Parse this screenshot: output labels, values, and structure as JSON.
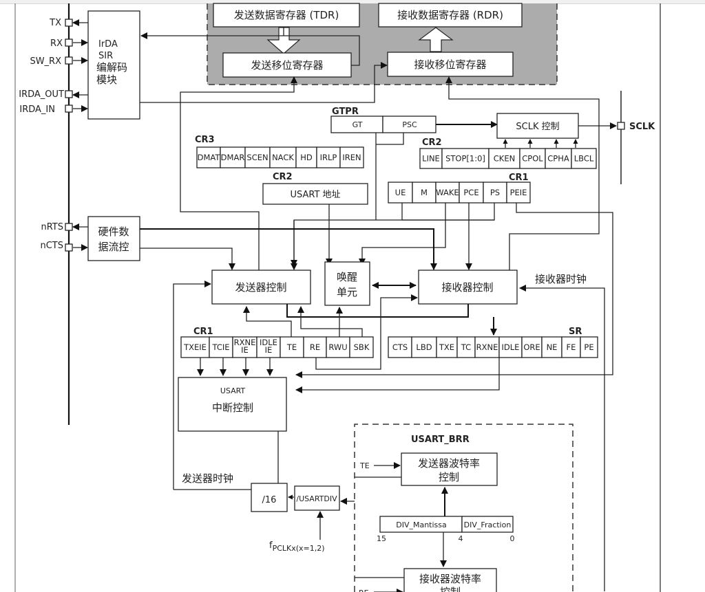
{
  "title": "USART block diagram",
  "pins": {
    "tx": "TX",
    "rx": "RX",
    "sw_rx": "SW_RX",
    "irda_out": "IRDA_OUT",
    "irda_in": "IRDA_IN",
    "nrts": "nRTS",
    "ncts": "nCTS",
    "sclk": "SCLK"
  },
  "blocks": {
    "irda_line1": "IrDA",
    "irda_line2": "SIR",
    "irda_line3": "编解码",
    "irda_line4": "模块",
    "tdr": "发送数据寄存器 (TDR)",
    "rdr": "接收数据寄存器 (RDR)",
    "tx_shift": "发送移位寄存器",
    "rx_shift": "接收移位寄存器",
    "hw_flow_line1": "硬件数",
    "hw_flow_line2": "据流控",
    "sclk_ctrl": "SCLK 控制",
    "usart_addr": "USART 地址",
    "tx_ctrl": "发送器控制",
    "wakeup_line1": "唤醒",
    "wakeup_line2": "单元",
    "rx_ctrl": "接收器控制",
    "rx_clock": "接收器时钟",
    "irq_line1": "USART",
    "irq_line2": "中断控制",
    "tx_clock": "发送器时钟",
    "div16": "/16",
    "usartdiv": "/USARTDIV",
    "fpclk_main": "f",
    "fpclk_sub": "PCLKx(x=1,2)",
    "brr_title": "USART_BRR",
    "tx_baud_line1": "发送器波特率",
    "tx_baud_line2": "控制",
    "rx_baud_line1": "接收器波特率",
    "rx_baud_line2": "控制",
    "te_in": "TE",
    "re_in": "RE",
    "div_mantissa": "DIV_Mantissa",
    "div_fraction": "DIV_Fraction",
    "bit15": "15",
    "bit4": "4",
    "bit0": "0"
  },
  "registers": {
    "gtpr": {
      "name": "GTPR",
      "fields": [
        "GT",
        "PSC"
      ]
    },
    "cr3": {
      "name": "CR3",
      "fields": [
        "DMAT",
        "DMAR",
        "SCEN",
        "NACK",
        "HD",
        "IRLP",
        "IREN"
      ]
    },
    "cr2_top": {
      "name": "CR2",
      "fields": [
        "LINE",
        "STOP[1:0]",
        "CKEN",
        "CPOL",
        "CPHA",
        "LBCL"
      ]
    },
    "cr2_addr": {
      "name": "CR2"
    },
    "cr1_top": {
      "name": "CR1",
      "fields": [
        "UE",
        "M",
        "WAKE",
        "PCE",
        "PS",
        "PEIE"
      ]
    },
    "cr1_bottom": {
      "name": "CR1",
      "fields": [
        "TXEIE",
        "TCIE",
        "RXNE IE",
        "IDLE IE",
        "TE",
        "RE",
        "RWU",
        "SBK"
      ]
    },
    "sr": {
      "name": "SR",
      "fields": [
        "CTS",
        "LBD",
        "TXE",
        "TC",
        "RXNE",
        "IDLE",
        "ORE",
        "NE",
        "FE",
        "PE"
      ]
    }
  }
}
